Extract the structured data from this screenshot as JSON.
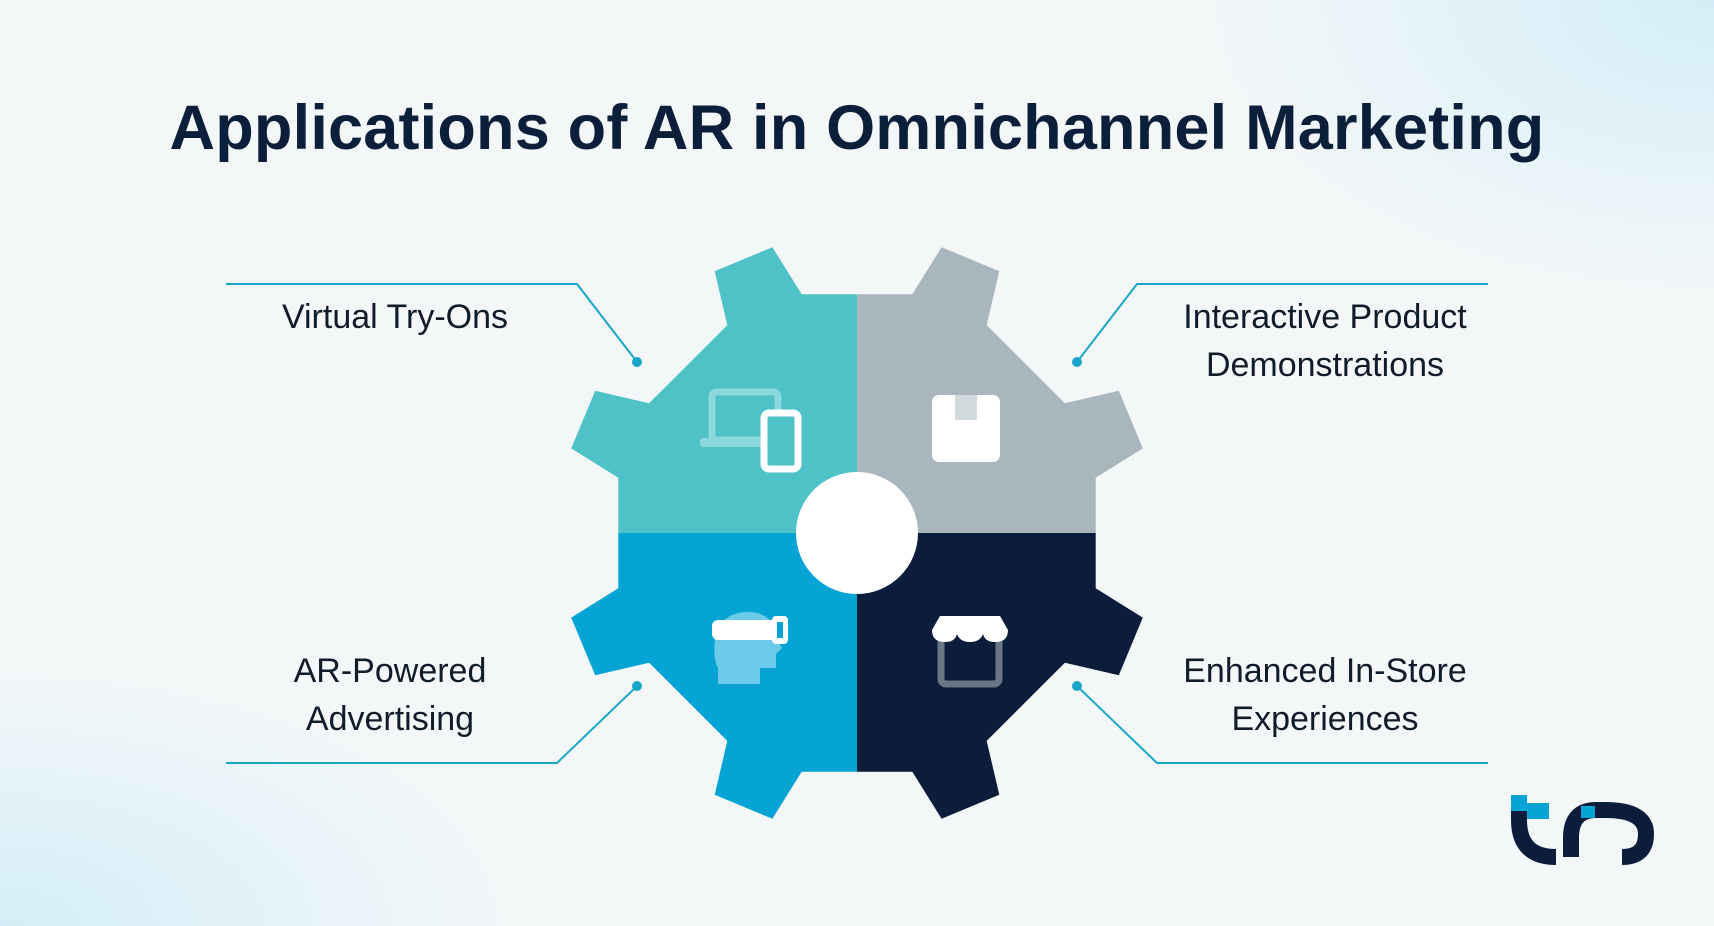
{
  "title": "Applications of AR in Omnichannel Marketing",
  "labels": {
    "top_left": "Virtual Try-Ons",
    "top_right": [
      "Interactive Product",
      "Demonstrations"
    ],
    "bottom_left": [
      "AR-Powered",
      "Advertising"
    ],
    "bottom_right": [
      "Enhanced In-Store",
      "Experiences"
    ]
  },
  "icons": {
    "top_left": "devices-icon",
    "top_right": "package-icon",
    "bottom_left": "vr-headset-icon",
    "bottom_right": "storefront-icon"
  },
  "colors": {
    "title": "#0c1f3a",
    "quadrant_top_left": "#4fc2c8",
    "quadrant_top_right": "#a9b6be",
    "quadrant_bottom_left": "#05a4d4",
    "quadrant_bottom_right": "#0b1d3a",
    "connector": "#1aa7c7",
    "logo_primary": "#0b1d3a",
    "logo_accent": "#05a4d4"
  }
}
